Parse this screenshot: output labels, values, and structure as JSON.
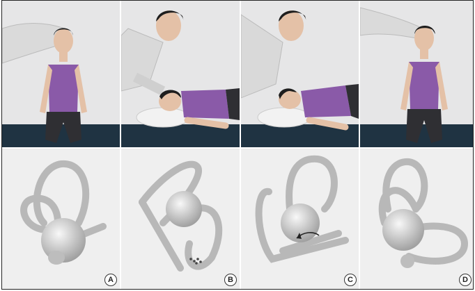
{
  "panels": [
    {
      "label": "A",
      "maneuver": "seated-head-turned-45",
      "canal": "posterior-canal-upright"
    },
    {
      "label": "B",
      "maneuver": "lying-on-side",
      "canal": "canal-tilted-debris-dots"
    },
    {
      "label": "C",
      "maneuver": "side-lying-head-rotated",
      "canal": "canal-rotated-debris-arrow"
    },
    {
      "label": "D",
      "maneuver": "seated-head-forward",
      "canal": "canal-upright-final"
    }
  ],
  "colors": {
    "scene_bg": "#e9e9ea",
    "mat": "#1f3342",
    "shirt": "#8a5aa8",
    "skin": "#e4c1a7",
    "hair": "#1e1e1e",
    "canal": "#cfcfcf",
    "pants": "#2f2f33"
  }
}
